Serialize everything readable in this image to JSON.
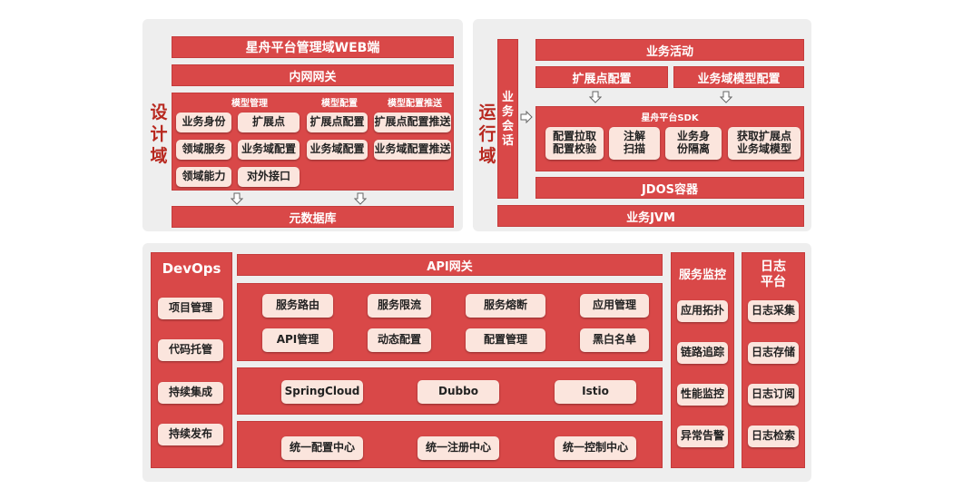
{
  "design": {
    "side_label": [
      "设",
      "计",
      "域"
    ],
    "web_label": "星舟平台管理域WEB端",
    "gateway_label": "内网网关",
    "section_labels": [
      "模型管理",
      "模型配置",
      "模型配置推送"
    ],
    "items": [
      "业务身份",
      "扩展点",
      "扩展点配置",
      "扩展点配置推送",
      "领域服务",
      "业务域配置",
      "业务域配置",
      "业务域配置推送",
      "领域能力",
      "对外接口"
    ],
    "db_label": "元数据库"
  },
  "runtime": {
    "side_label": [
      "运",
      "行",
      "域"
    ],
    "session_label": [
      "业",
      "务",
      "会",
      "话"
    ],
    "activity_label": "业务活动",
    "ext_config_label": "扩展点配置",
    "domain_model_config_label": "业务域模型配置",
    "sdk_label": "星舟平台SDK",
    "sdk_items": [
      [
        "配置拉取",
        "配置校验"
      ],
      [
        "注解",
        "扫描"
      ],
      [
        "业务身",
        "份隔离"
      ],
      [
        "获取扩展点",
        "业务域模型"
      ]
    ],
    "jdos_label": "JDOS容器",
    "jvm_label": "业务JVM"
  },
  "devops": {
    "title": "DevOps",
    "items": [
      "项目管理",
      "代码托管",
      "持续集成",
      "持续发布"
    ]
  },
  "api": {
    "gateway_label": "API网关",
    "row1": [
      "服务路由",
      "服务限流",
      "服务熔断",
      "应用管理"
    ],
    "row2": [
      "API管理",
      "动态配置",
      "配置管理",
      "黑白名单"
    ],
    "frameworks": [
      "SpringCloud",
      "Dubbo",
      "Istio"
    ],
    "centers": [
      "统一配置中心",
      "统一注册中心",
      "统一控制中心"
    ]
  },
  "monitor": {
    "title": "服务监控",
    "items": [
      "应用拓扑",
      "链路追踪",
      "性能监控",
      "异常告警"
    ]
  },
  "log": {
    "title": [
      "日志",
      "平台"
    ],
    "items": [
      "日志采集",
      "日志存储",
      "日志订阅",
      "日志检索"
    ]
  },
  "colors": {
    "red": "#d94848",
    "pill": "#fbe5dd",
    "panel": "#eeeeee",
    "side_text": "#b8281f"
  }
}
